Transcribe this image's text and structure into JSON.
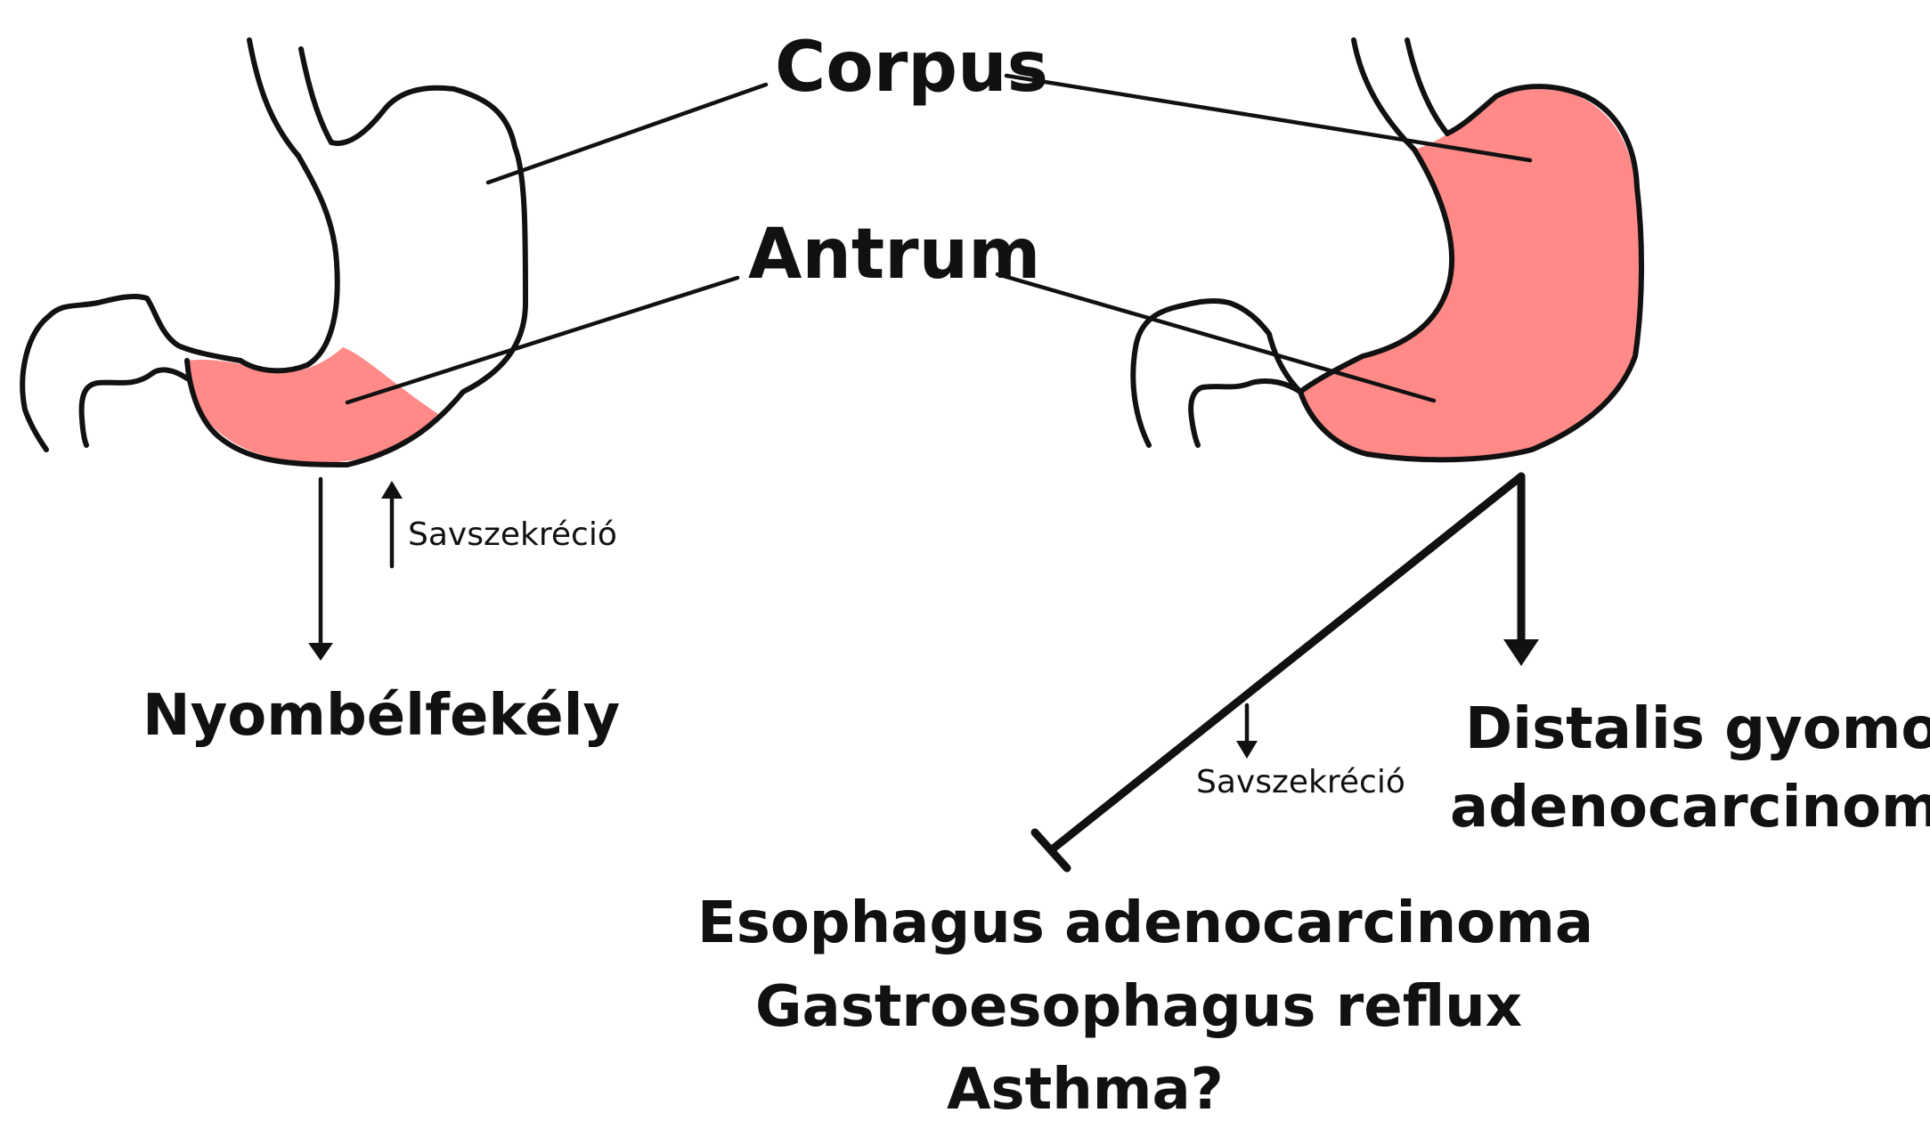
{
  "labels": {
    "corpus": "Corpus",
    "antrum": "Antrum",
    "acid_increase": "Savszekréció",
    "acid_decrease": "Savszekréció",
    "duodenal_ulcer": "Nyombélfekély",
    "distal_cancer_line1": "Distalis gyomor",
    "distal_cancer_line2": "adenocarcinoma",
    "inhibited_line1": "Esophagus adenocarcinoma",
    "inhibited_line2": "Gastroesophagus reflux",
    "inhibited_line3": "Asthma?"
  },
  "colors": {
    "infection_fill": "#ff8a87",
    "outline": "#111111",
    "background": "#ffffff"
  }
}
